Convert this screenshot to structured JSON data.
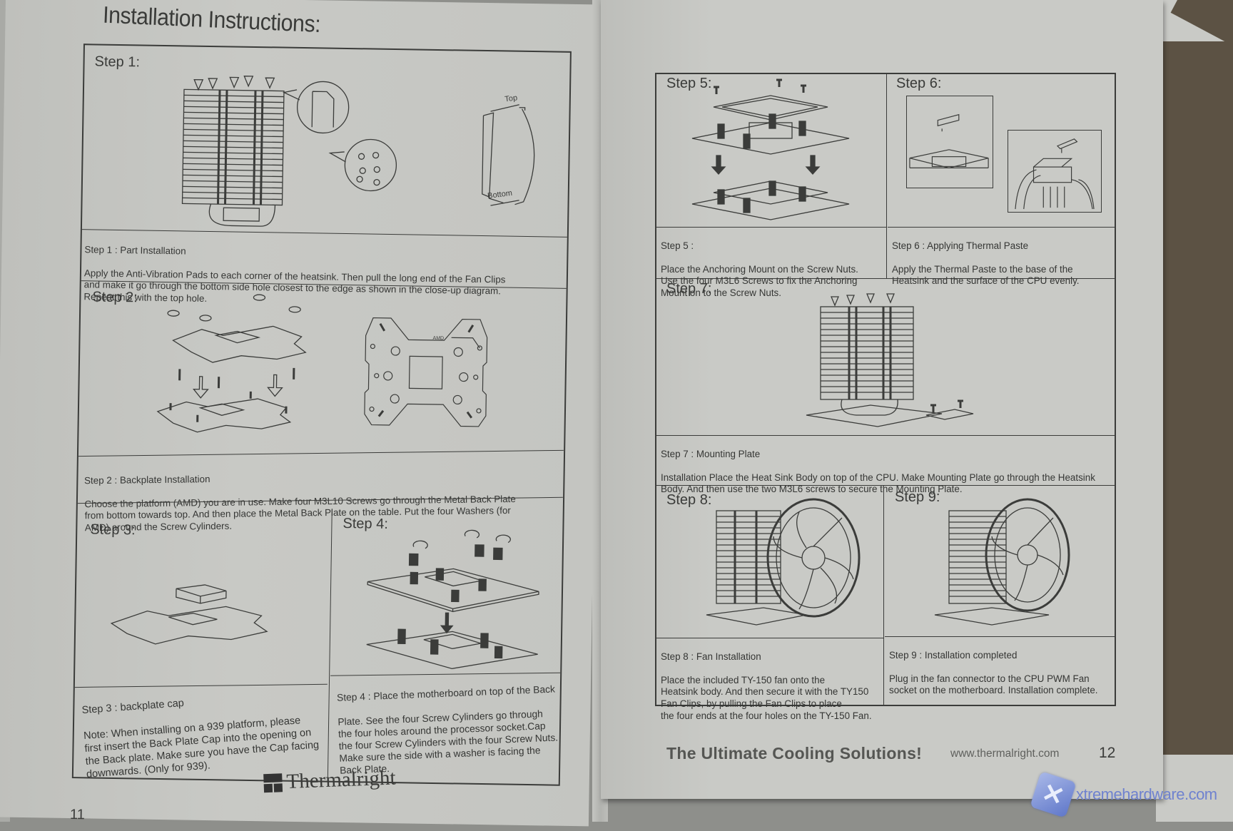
{
  "document": {
    "title": "Installation Instructions:",
    "left_page": {
      "page_number": "11",
      "brand": "Thermalright",
      "steps": [
        {
          "id": 1,
          "heading": "Step 1:",
          "caption_title": "Step 1 : Part Installation",
          "caption_body": "Apply the Anti-Vibration Pads to each corner of the heatsink.  Then pull the long end of the Fan Clips\nand make it go through the bottom side hole closest to the edge as shown in the close-up diagram.\nRepeat this with the top hole.",
          "diagram_labels": {
            "top": "Top",
            "bottom": "Bottom"
          }
        },
        {
          "id": 2,
          "heading": "Step 2:",
          "caption_title": "Step 2 : Backplate Installation",
          "caption_body": "Choose the platform (AMD) you are in use.  Make four M3L10 Screws go through the Metal Back Plate\nfrom bottom towards top. And then place the Metal Back Plate on the table. Put the four Washers (for\nAMD) around the Screw Cylinders.",
          "diagram_labels": {
            "amd": "AMD"
          }
        },
        {
          "id": 3,
          "heading": "Step 3:",
          "caption_title": "Step 3 : backplate cap",
          "caption_body": "Note: When installing on a 939 platform, please\nfirst insert the Back Plate Cap into the opening on\nthe Back plate. Make sure you have the Cap facing\ndownwards. (Only for 939)."
        },
        {
          "id": 4,
          "heading": "Step 4:",
          "caption_title": "Step 4 : Place the motherboard on top of the Back",
          "caption_body": "Plate. See the four Screw Cylinders go through\nthe four holes around the processor socket.Cap\nthe four Screw Cylinders with the four Screw Nuts.\nMake sure the side with a washer is facing the\nBack Plate."
        }
      ]
    },
    "right_page": {
      "page_number": "12",
      "slogan": "The Ultimate Cooling Solutions!",
      "url": "www.thermalright.com",
      "steps": [
        {
          "id": 5,
          "heading": "Step 5:",
          "caption_title": "Step 5 :",
          "caption_body": "Place the Anchoring Mount on the Screw Nuts.\nUse the four M3L6 Screws to fix the Anchoring\nMount on to the Screw Nuts."
        },
        {
          "id": 6,
          "heading": "Step 6:",
          "caption_title": "Step 6 : Applying Thermal Paste",
          "caption_body": "Apply the Thermal Paste to the base of the\nHeatsink and the surface of the CPU evenly."
        },
        {
          "id": 7,
          "heading": "Step 7:",
          "caption_title": "Step 7 : Mounting Plate",
          "caption_body": "Installation  Place the Heat Sink Body on top of the CPU. Make Mounting Plate go through the Heatsink\nBody. And then use the two M3L6 screws to secure the Mounting Plate."
        },
        {
          "id": 8,
          "heading": "Step 8:",
          "caption_title": "Step 8 : Fan Installation",
          "caption_body": "Place the included TY-150 fan onto the\nHeatsink body.  And then secure it with the TY150\nFan Clips, by pulling the Fan Clips to place\nthe four ends at the four holes on the TY-150 Fan."
        },
        {
          "id": 9,
          "heading": "Step 9:",
          "caption_title": "Step 9 : Installation completed",
          "caption_body": "Plug in the fan connector to the CPU PWM Fan\nsocket on the motherboard. Installation complete."
        }
      ]
    }
  },
  "watermark": {
    "text": "xtremehardware.com",
    "icon": "x-logo-icon"
  },
  "colors": {
    "paper": "#c6c7c3",
    "ink": "#3b3c3a",
    "carton": "#5c5244",
    "watermark": "#6f82cf"
  }
}
